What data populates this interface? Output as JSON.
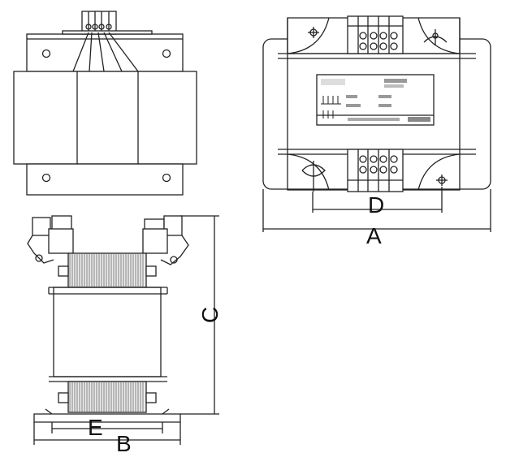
{
  "dimensions": {
    "A": "A",
    "B": "B",
    "C": "C",
    "D": "D",
    "E": "E"
  },
  "colors": {
    "line": "#222222",
    "coil_fill": "#ededed",
    "winding": "#555555",
    "background": "#ffffff"
  }
}
